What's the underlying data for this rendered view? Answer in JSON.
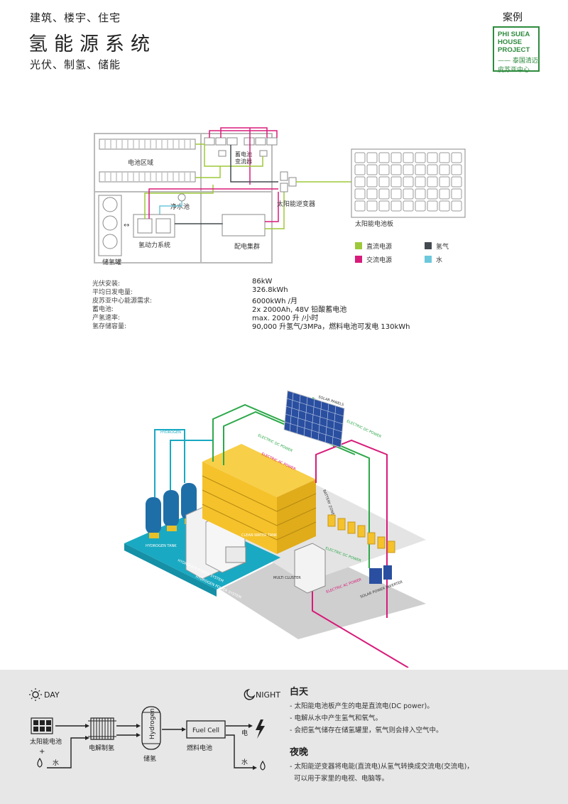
{
  "header": {
    "subtitle_top": "建筑、楼宇、住宅",
    "title": "氢能源系统",
    "subtitle_bottom": "光伏、制氢、储能"
  },
  "case": {
    "label": "案例",
    "line1": "PHI SUEA",
    "line2": "HOUSE",
    "line3": "PROJECT",
    "cn_line": "—— 泰国清迈",
    "cn_line2": "皮苏亚中心"
  },
  "schematic": {
    "battery_area": "电池区域",
    "storage_inverter_l1": "蓄电池",
    "storage_inverter_l2": "变流器",
    "water_tank": "净水池",
    "fuel_system": "氢动力系统",
    "hydrogen_tank": "储氢罐",
    "distribution": "配电集群",
    "solar_inverter": "太阳能逆变器",
    "solar_panel": "太阳能电池板"
  },
  "legend": [
    {
      "label": "直流电源",
      "color": "#9dc83a"
    },
    {
      "label": "交流电源",
      "color": "#d81b7a"
    },
    {
      "label": "氢气",
      "color": "#444a4f"
    },
    {
      "label": "水",
      "color": "#6cc8dc"
    }
  ],
  "specs": [
    {
      "label": "光伏安装:",
      "value": "86kW"
    },
    {
      "label": "平均日发电量:",
      "value": "326.8kWh"
    },
    {
      "label": "皮苏亚中心能源需求:",
      "value": "6000kWh /月"
    },
    {
      "label": "蓄电池:",
      "value": "2x 2000Ah, 48V 铅酸蓄电池"
    },
    {
      "label": "产氢速率:",
      "value": "max. 2000  升 /小时"
    },
    {
      "label": "氢存储容量:",
      "value": "90,000 升氢气/3MPa，燃料电池可发电 130kWh"
    }
  ],
  "iso": {
    "solar_panels": "SOLAR PANELS",
    "hydrogen": "HYDROGEN",
    "electric_dc_1": "ELECTRIC DC POWER",
    "electric_dc_2": "ELECTRIC DC POWER",
    "electric_dc_3": "ELECTRIC DC POWER",
    "electric_ac_1": "ELECTRIC AC POWER",
    "electric_ac_2": "ELECTRIC AC POWER",
    "battery_zone": "BATTERY ZONE",
    "hydrogen_tank": "HYDROGEN TANK",
    "clean_water": "CLEAN WATER TANK",
    "hydrogen_power": "HYDROGEN POWER SYSTEM",
    "hydrogen_power_2": "HYDROGEN POWER SYSTEM",
    "multi_cluster": "MULTI CLUSTER",
    "solar_inverter": "SOLAR POWER INVERTER"
  },
  "flow": {
    "day": "DAY",
    "night": "NIGHT",
    "solar_cell": "太阳能电池",
    "plus": "+",
    "water_in": "水",
    "electrolysis": "电解制氢",
    "hydrogen_label": "Hydrogen",
    "storage": "储氢",
    "fuel_cell_label": "Fuel Cell",
    "fuel_cell": "燃料电池",
    "electricity": "电",
    "water_out": "水"
  },
  "notes": {
    "day_title": "白天",
    "day_lines": [
      "- 太阳能电池板产生的电是直流电(DC power)。",
      "- 电解从水中产生氢气和氧气。",
      "- 会把氢气储存在储氢罐里，氧气则会排入空气中。"
    ],
    "night_title": "夜晚",
    "night_lines": [
      "- 太阳能逆变器将电能(直流电)从氢气转换成交流电(交流电)，",
      "  可以用于家里的电视、电脑等。"
    ]
  },
  "colors": {
    "green": "#2e8b3e",
    "dc": "#9dc83a",
    "ac": "#d81b7a",
    "hydrogen": "#444a4f",
    "water": "#6cc8dc",
    "battery": "#f5c22b",
    "iso_blue": "#1aa9c2"
  }
}
